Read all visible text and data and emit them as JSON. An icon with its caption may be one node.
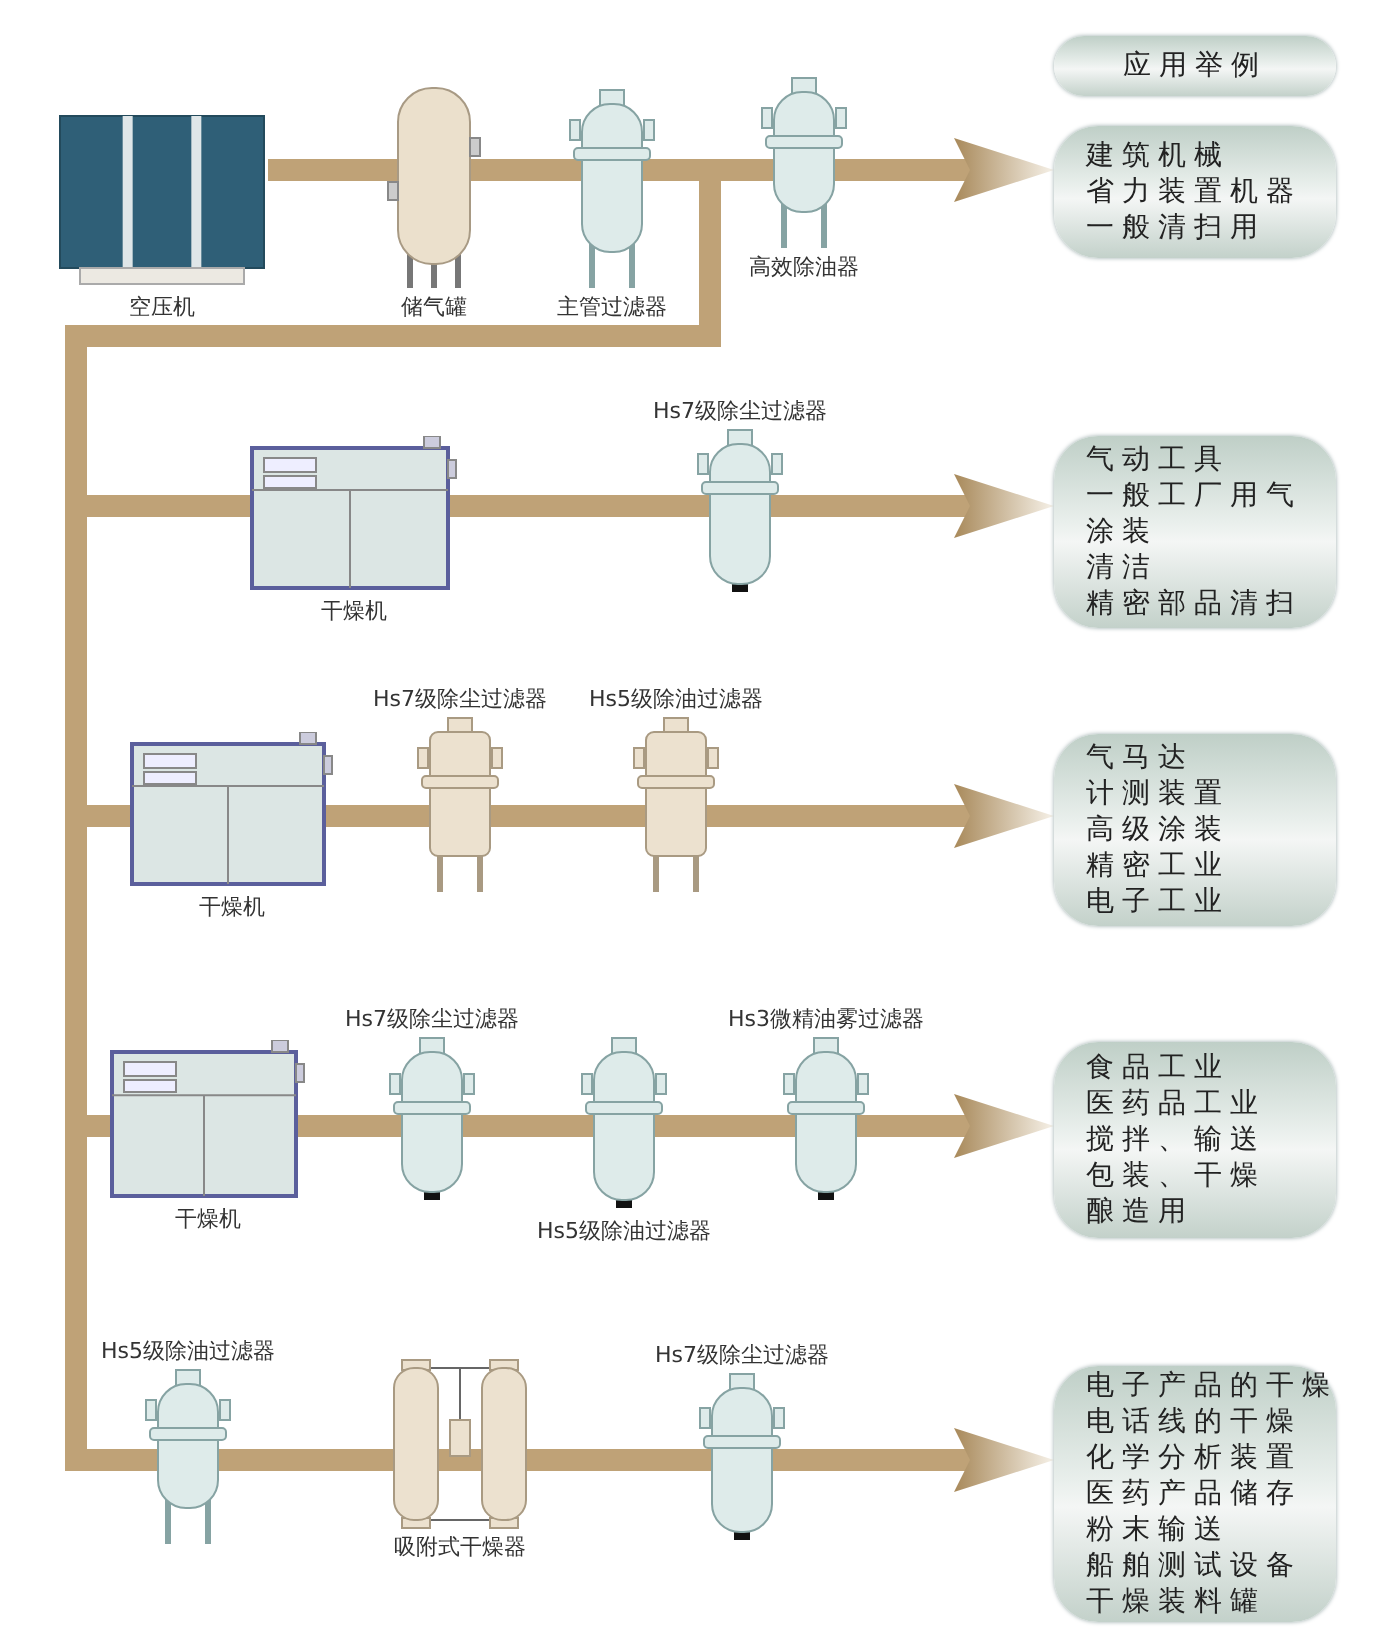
{
  "diagram": {
    "nodes": [
      {
        "text": [
          "应用举例"
        ]
      },
      {
        "text": [
          "空压机"
        ]
      },
      {
        "text": [
          "储气罐"
        ]
      },
      {
        "text": [
          "主管过滤器"
        ]
      },
      {
        "text": [
          "高效除油器"
        ]
      },
      {
        "text": [
          "建筑机械",
          "省力装置机器",
          "一般清扫用"
        ]
      },
      {
        "text": [
          "干燥机"
        ]
      },
      {
        "text": [
          "Hs7级除尘过滤器"
        ]
      },
      {
        "text": [
          "气动工具",
          "一般工厂用气",
          "涂装",
          "清洁",
          "精密部品清扫"
        ]
      },
      {
        "text": [
          "干燥机"
        ]
      },
      {
        "text": [
          "Hs7级除尘过滤器"
        ]
      },
      {
        "text": [
          "Hs5级除油过滤器"
        ]
      },
      {
        "text": [
          "气马达",
          "计测装置",
          "高级涂装",
          "精密工业",
          "电子工业"
        ]
      },
      {
        "text": [
          "干燥机"
        ]
      },
      {
        "text": [
          "Hs7级除尘过滤器"
        ]
      },
      {
        "text": [
          "Hs5级除油过滤器"
        ]
      },
      {
        "text": [
          "Hs3微精油雾过滤器"
        ]
      },
      {
        "text": [
          "食品工业",
          "医药品工业",
          "搅拌、输送",
          "包装、干燥",
          "酿造用"
        ]
      },
      {
        "text": [
          "Hs5级除油过滤器"
        ]
      },
      {
        "text": [
          "吸附式干燥器"
        ]
      },
      {
        "text": [
          "Hs7级除尘过滤器"
        ]
      },
      {
        "text": [
          "电子产品的干燥",
          "电话线的干燥",
          "化学分析装置",
          "医药产品储存",
          "粉末输送",
          "船舶测试设备",
          "干燥装料罐"
        ]
      }
    ],
    "edges": [
      {
        "from": 1,
        "to": 2,
        "arrow": "none"
      },
      {
        "from": 2,
        "to": 3,
        "arrow": "none"
      },
      {
        "from": 3,
        "to": 4,
        "arrow": "none"
      },
      {
        "from": 4,
        "to": 5,
        "arrow": "to"
      },
      {
        "from": 3,
        "to": 6,
        "arrow": "none"
      },
      {
        "from": 6,
        "to": 7,
        "arrow": "none"
      },
      {
        "from": 7,
        "to": 8,
        "arrow": "to"
      },
      {
        "from": 3,
        "to": 9,
        "arrow": "none"
      },
      {
        "from": 9,
        "to": 10,
        "arrow": "none"
      },
      {
        "from": 10,
        "to": 11,
        "arrow": "none"
      },
      {
        "from": 11,
        "to": 12,
        "arrow": "to"
      },
      {
        "from": 3,
        "to": 13,
        "arrow": "none"
      },
      {
        "from": 13,
        "to": 14,
        "arrow": "none"
      },
      {
        "from": 14,
        "to": 15,
        "arrow": "none"
      },
      {
        "from": 15,
        "to": 16,
        "arrow": "none"
      },
      {
        "from": 16,
        "to": 17,
        "arrow": "to"
      },
      {
        "from": 3,
        "to": 18,
        "arrow": "none"
      },
      {
        "from": 18,
        "to": 19,
        "arrow": "none"
      },
      {
        "from": 19,
        "to": 20,
        "arrow": "none"
      },
      {
        "from": 20,
        "to": 21,
        "arrow": "to"
      }
    ]
  }
}
